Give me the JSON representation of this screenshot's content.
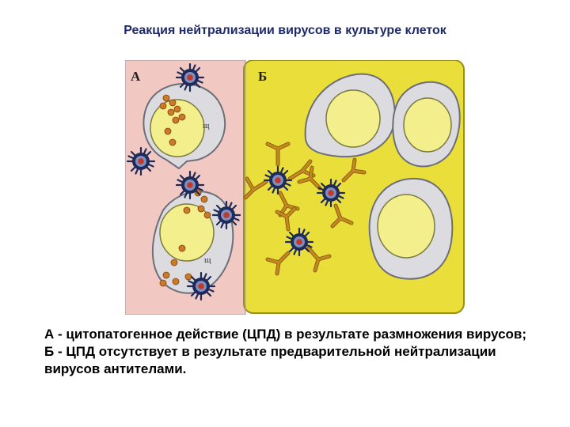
{
  "title": "Реакция нейтрализации вирусов в культуре клеток",
  "figure": {
    "panel_a_label": "А",
    "panel_b_label": "Б",
    "cell_nucleus_letter": "щ",
    "colors": {
      "panel_a_bg": "#f2c9c2",
      "panel_b_bg": "#eadf3a",
      "cell_gray": "#dcdce0",
      "nucleus_yellow": "#f3ef8c",
      "virus_dark": "#1e2a5a",
      "virus_core": "#c0392b",
      "antibody": "#c58a1e",
      "virion_orange": "#cc7a25"
    }
  },
  "caption": {
    "line_a": "А - цитопатогенное действие (ЦПД) в результате размножения вирусов;",
    "line_b": "Б - ЦПД отсутствует в результате предварительной нейтрализации вирусов антителами."
  }
}
